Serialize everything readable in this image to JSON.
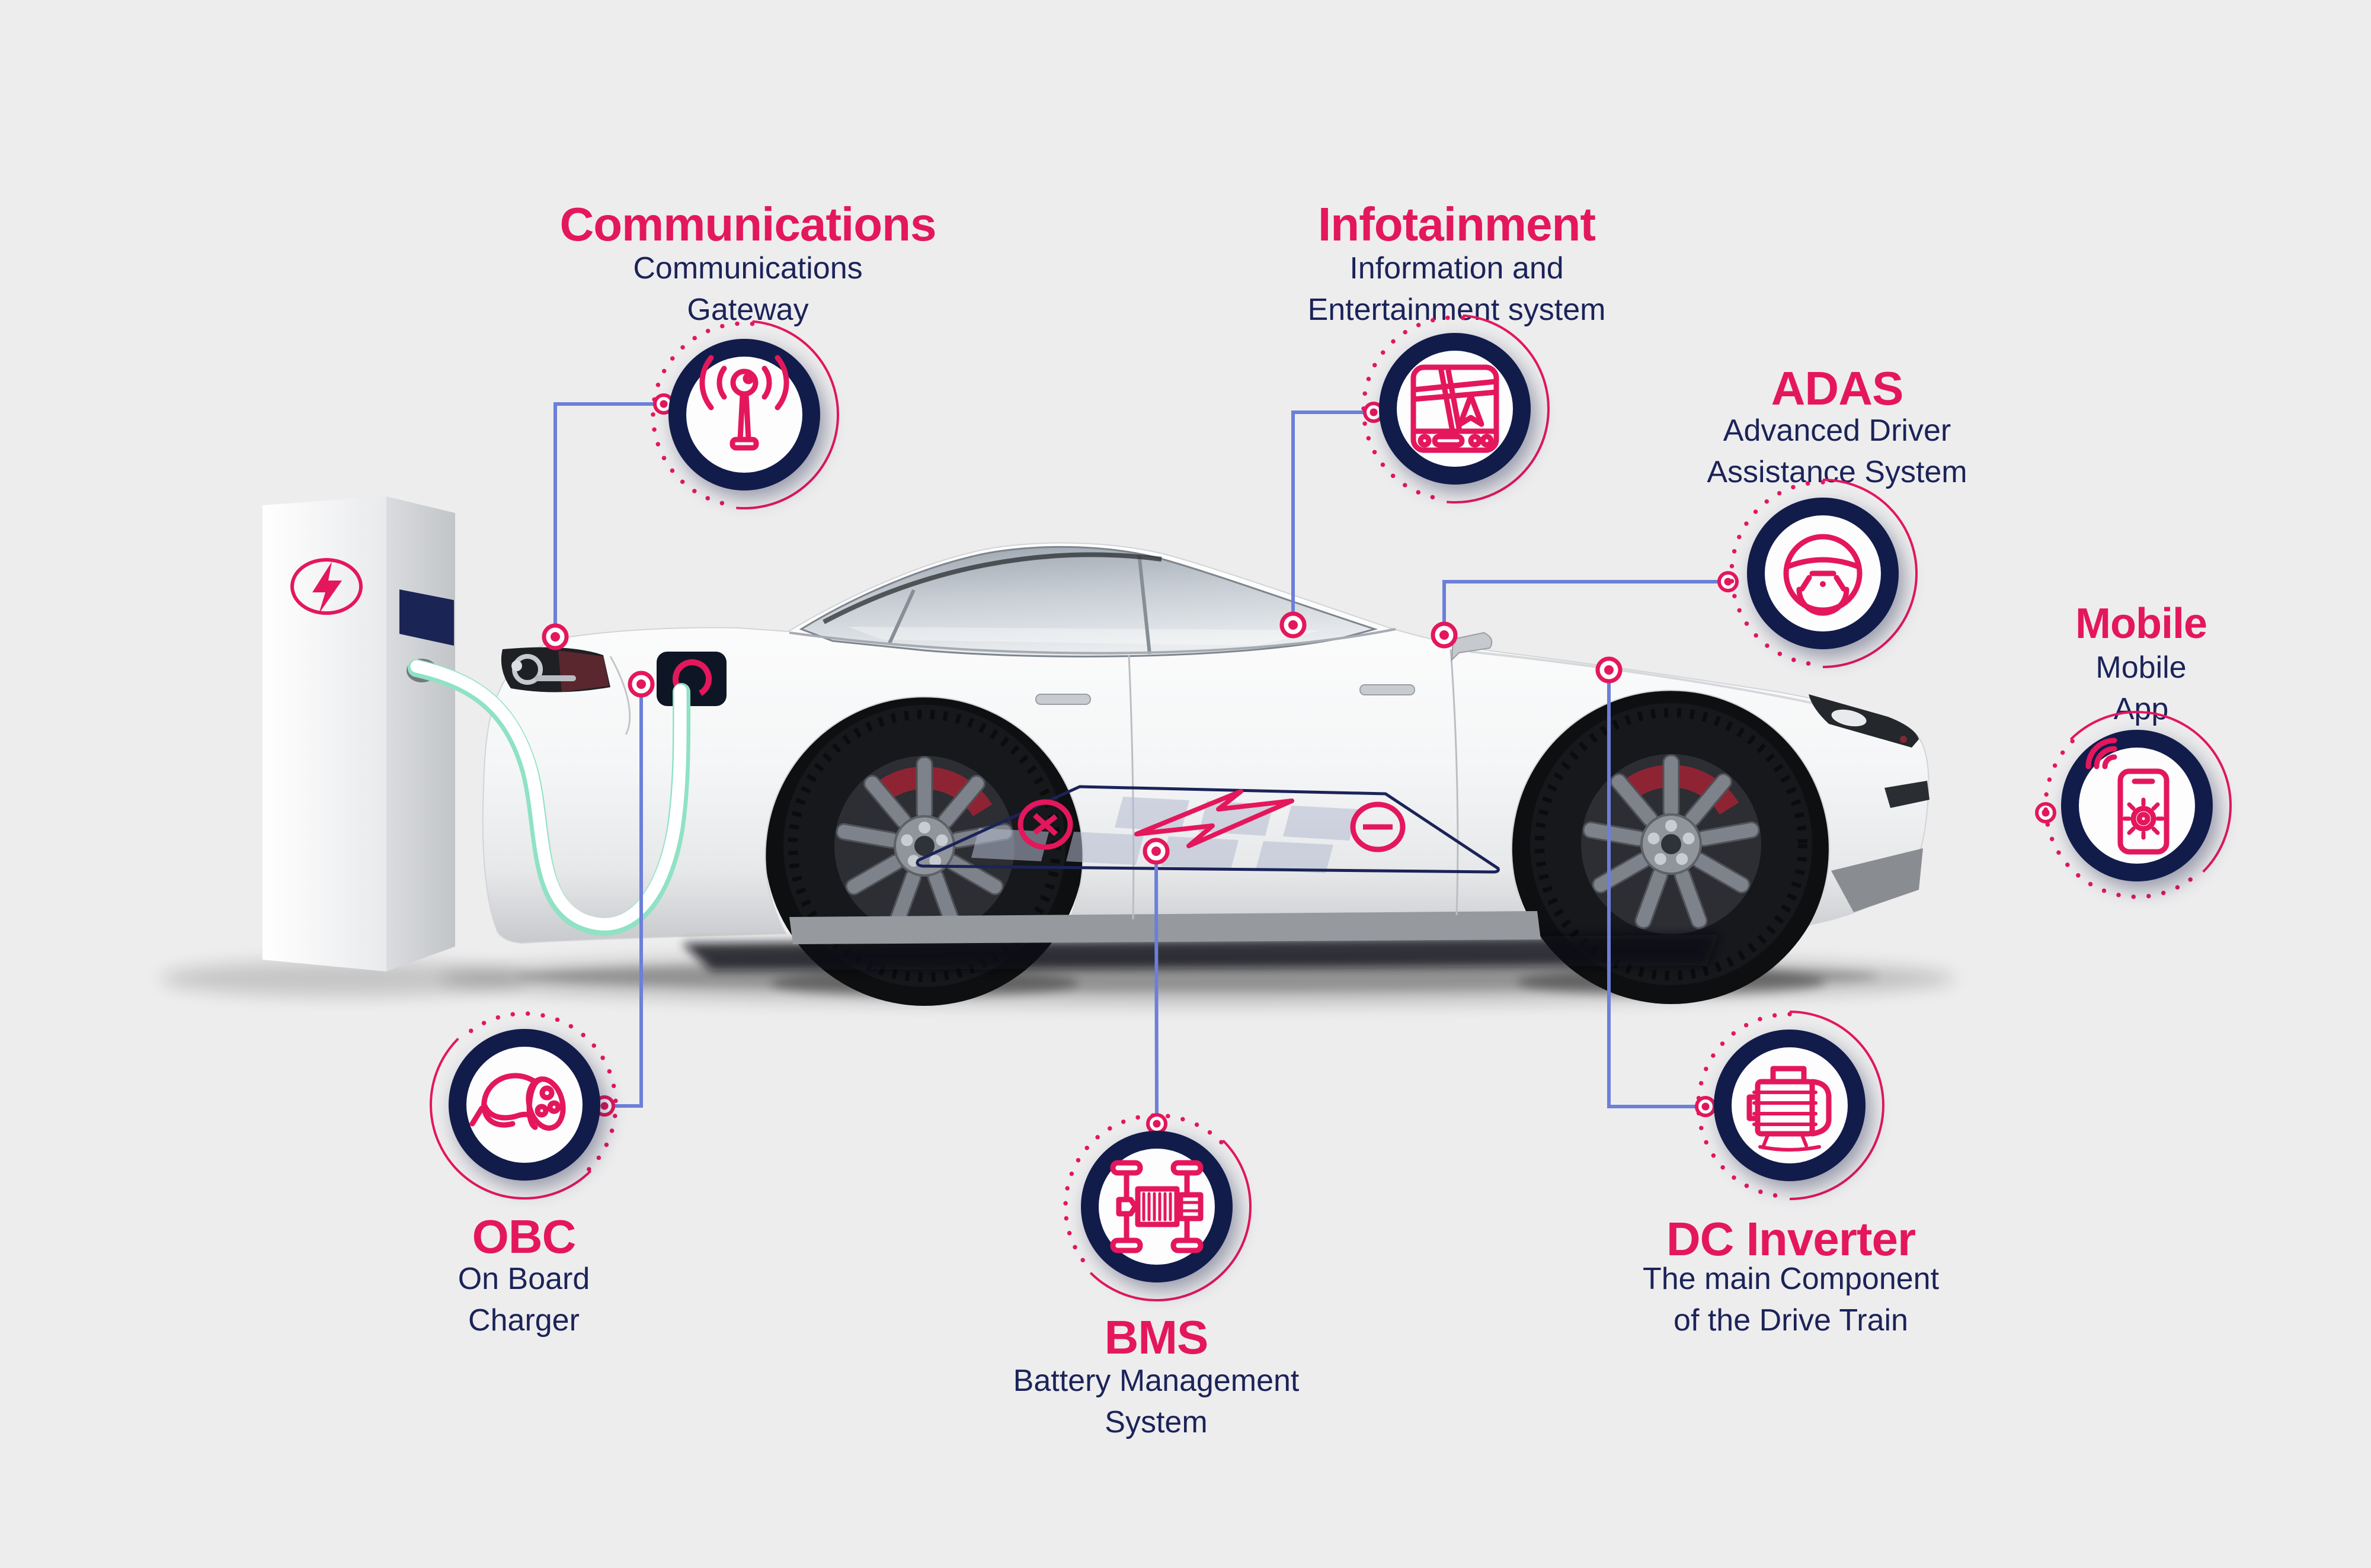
{
  "page": {
    "background": "#EDEDEE",
    "kind": "Electric vehicle components infographic"
  },
  "colors": {
    "accent_pink": "#E4175C",
    "ring_navy": "#121C4B",
    "subtitle_navy": "#1B2358",
    "connector_blue": "#6C7FD8",
    "station_screen_navy": "#1A2455",
    "cable_teal": "#8FE2C4"
  },
  "components": [
    {
      "title": "Communications",
      "subtitle": "Communications\nGateway",
      "icon": "antenna-icon"
    },
    {
      "title": "Infotainment",
      "subtitle": "Information and\nEntertainment system",
      "icon": "navigation-icon"
    },
    {
      "title": "ADAS",
      "subtitle": "Advanced Driver\nAssistance System",
      "icon": "steering-wheel-icon"
    },
    {
      "title": "Mobile",
      "subtitle": "Mobile\nApp",
      "icon": "smartphone-gear-icon"
    },
    {
      "title": "OBC",
      "subtitle": "On Board\nCharger",
      "icon": "charging-plug-icon"
    },
    {
      "title": "BMS",
      "subtitle": "Battery Management\nSystem",
      "icon": "vehicle-battery-icon"
    },
    {
      "title": "DC Inverter",
      "subtitle": "The main Component\nof the Drive Train",
      "icon": "electric-motor-icon"
    }
  ],
  "scene": {
    "vehicle": "white electric sedan, side view",
    "charging_station": "EV charging station with lightning logo and navy screen",
    "cable": "white charging cable plugged into rear charge port",
    "battery_pack_symbols": {
      "left": "plus",
      "center": "lightning-bolt",
      "right": "minus"
    }
  }
}
